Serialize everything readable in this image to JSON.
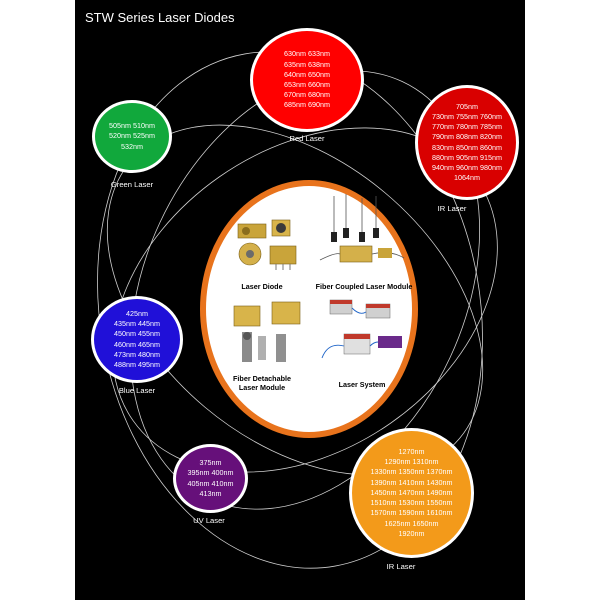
{
  "title": "STW Series Laser Diodes",
  "colors": {
    "red": "#ff0000",
    "ir_top": "#d90000",
    "green": "#11a83c",
    "blue": "#2010d8",
    "uv": "#66107a",
    "ir_bottom": "#f39a1a",
    "center_ring": "#e8731c",
    "background": "#000000"
  },
  "groups": {
    "red": {
      "label": "Red Laser",
      "lines": [
        "630nm 633nm",
        "635nm 638nm",
        "640nm 650nm",
        "653nm 660nm",
        "670nm 680nm",
        "685nm 690nm"
      ]
    },
    "ir_top": {
      "label": "IR Laser",
      "lines": [
        "705nm",
        "730nm 755nm 760nm",
        "770nm 780nm 785nm",
        "790nm 808nm 820nm",
        "830nm 850nm  860nm",
        "880nm 905nm 915nm",
        "940nm 960nm 980nm",
        "1064nm"
      ]
    },
    "green": {
      "label": "Green Laser",
      "lines": [
        "505nm 510nm",
        "520nm 525nm",
        "532nm"
      ]
    },
    "blue": {
      "label": "Blue Laser",
      "lines": [
        "425nm",
        "435nm 445nm",
        "450nm 455nm",
        "460nm 465nm",
        "473nm 480nm",
        "488nm 495nm"
      ]
    },
    "uv": {
      "label": "UV Laser",
      "lines": [
        "375nm",
        "395nm 400nm",
        "405nm 410nm",
        "413nm"
      ]
    },
    "ir_bottom": {
      "label": "IR Laser",
      "lines": [
        "1270nm",
        "1290nm 1310nm",
        "1330nm 1350nm 1370nm",
        "1390nm 1410nm 1430nm",
        "1450nm 1470nm 1490nm",
        "1510nm 1530nm 1550nm",
        "1570nm 1590nm 1610nm",
        "1625nm 1650nm",
        "1920nm"
      ]
    }
  },
  "products": {
    "laser_diode": "Laser Diode",
    "fiber_coupled": "Fiber Coupled Laser Module",
    "fiber_detachable_1": "Fiber Detachable",
    "fiber_detachable_2": "Laser Module",
    "laser_system": "Laser System"
  }
}
